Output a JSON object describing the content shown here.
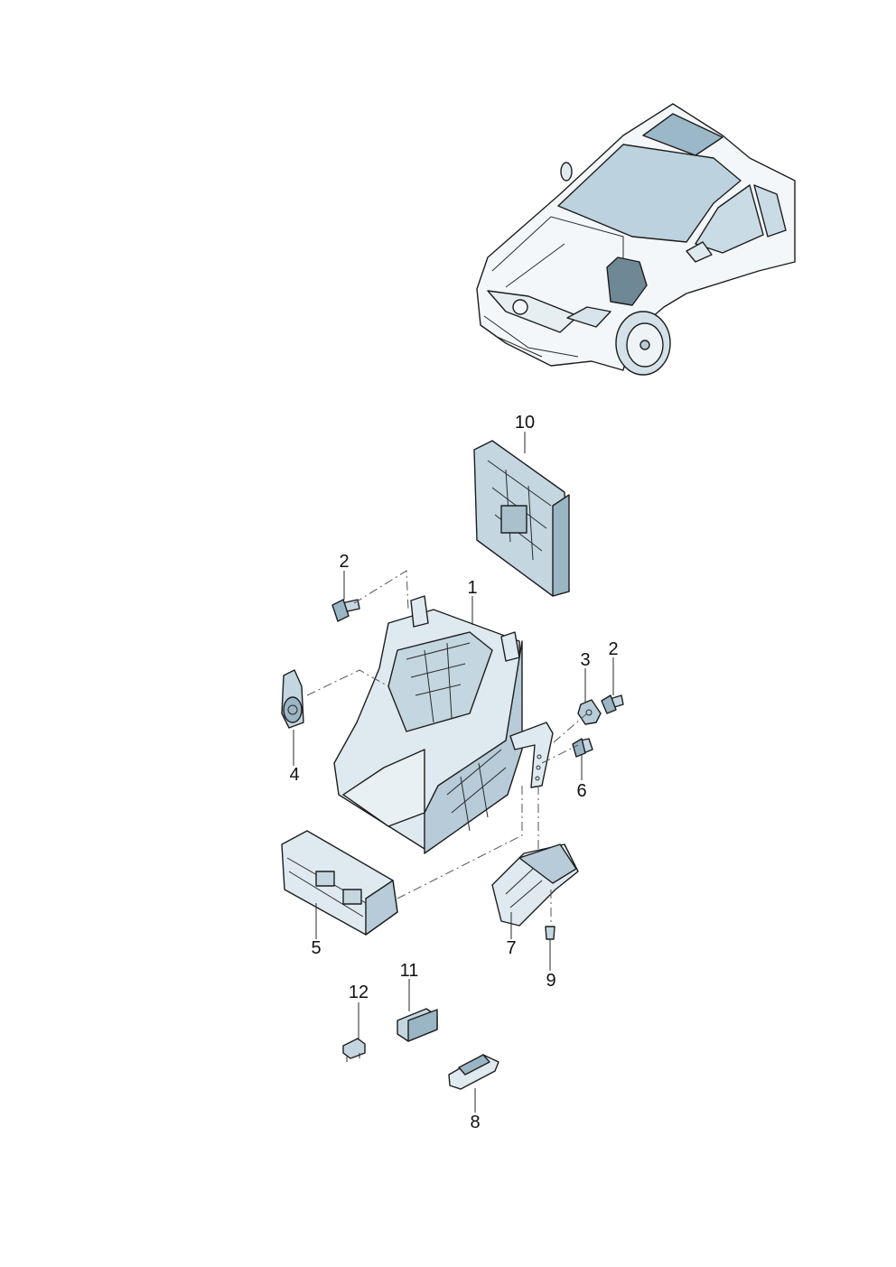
{
  "diagram": {
    "callouts": [
      {
        "id": "c10",
        "label": "10"
      },
      {
        "id": "c2a",
        "label": "2"
      },
      {
        "id": "c1",
        "label": "1"
      },
      {
        "id": "c3",
        "label": "3"
      },
      {
        "id": "c2b",
        "label": "2"
      },
      {
        "id": "c4",
        "label": "4"
      },
      {
        "id": "c6",
        "label": "6"
      },
      {
        "id": "c5",
        "label": "5"
      },
      {
        "id": "c7",
        "label": "7"
      },
      {
        "id": "c9",
        "label": "9"
      },
      {
        "id": "c11",
        "label": "11"
      },
      {
        "id": "c12",
        "label": "12"
      },
      {
        "id": "c8",
        "label": "8"
      }
    ]
  },
  "colors": {
    "part_light": "#dfeaf0",
    "part_mid": "#b7ccd8",
    "part_dark": "#8aa6b6",
    "highlight": "#6f8896",
    "outline": "#1d1d1d"
  }
}
